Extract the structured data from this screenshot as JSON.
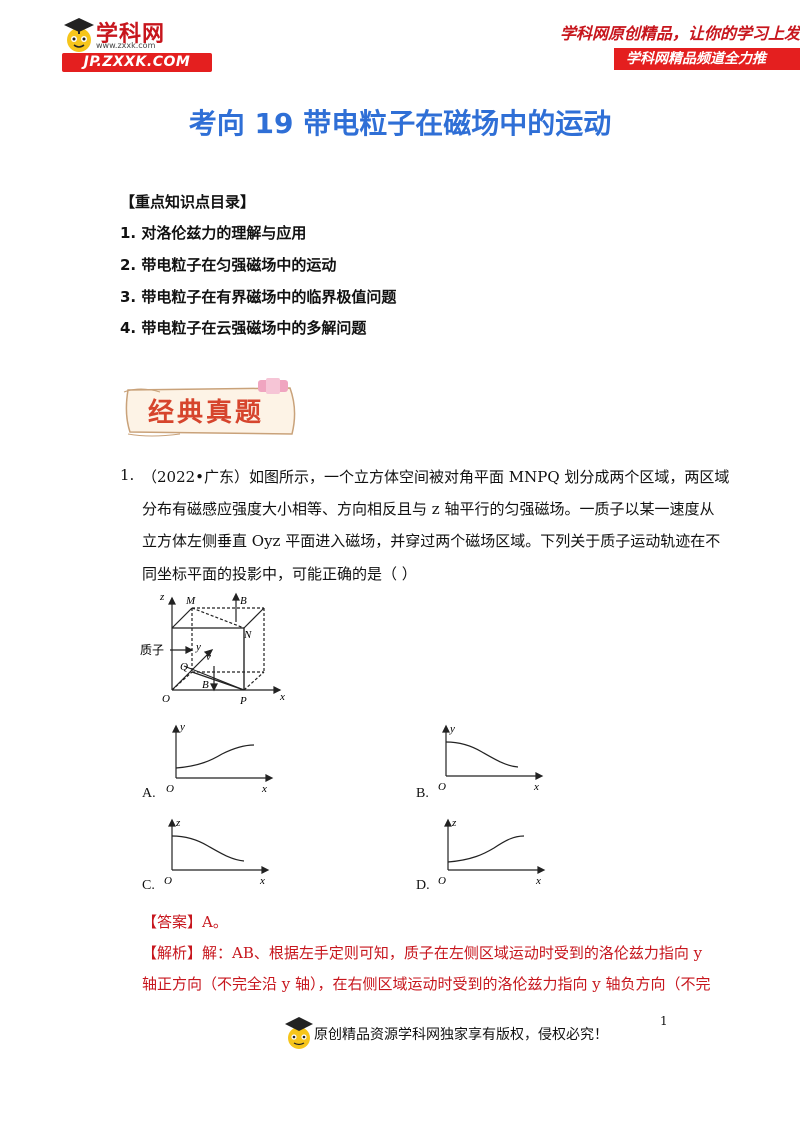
{
  "header": {
    "logo_text": "学科网",
    "logo_url": "www.zxxk.com",
    "logo_bar": "JP.ZXXK.COM",
    "slogan": "学科网原创精品，让你的学习上发",
    "slogan_bar": "学科网精品频道全力推"
  },
  "title": "考向 19  带电粒子在磁场中的运动",
  "toc": {
    "heading": "【重点知识点目录】",
    "items": [
      "1.  对洛伦兹力的理解与应用",
      "2.  带电粒子在匀强磁场中的运动",
      "3.  带电粒子在有界磁场中的临界极值问题",
      "4.  带电粒子在云强磁场中的多解问题"
    ]
  },
  "banner": "经典真题",
  "question": {
    "number": "1.",
    "lines": [
      "（2022•广东）如图所示，一个立方体空间被对角平面 MNPQ 划分成两个区域，两区域",
      "分布有磁感应强度大小相等、方向相反且与 z 轴平行的匀强磁场。一质子以某一速度从",
      "立方体左侧垂直 Oyz 平面进入磁场，并穿过两个磁场区域。下列关于质子运动轨迹在不",
      "同坐标平面的投影中，可能正确的是（        ）"
    ],
    "figure": {
      "labels": {
        "z": "z",
        "M": "M",
        "B_top": "B",
        "N": "N",
        "proton": "质子",
        "y": "y",
        "Q": "Q",
        "v": "v",
        "B_bottom": "B",
        "O": "O",
        "P": "P",
        "x": "x"
      }
    },
    "options": [
      {
        "label": "A.",
        "y_axis": "y",
        "x_axis": "x",
        "origin": "O"
      },
      {
        "label": "B.",
        "y_axis": "y",
        "x_axis": "x",
        "origin": "O"
      },
      {
        "label": "C.",
        "y_axis": "z",
        "x_axis": "x",
        "origin": "O"
      },
      {
        "label": "D.",
        "y_axis": "z",
        "x_axis": "x",
        "origin": "O"
      }
    ]
  },
  "answer": "【答案】A。",
  "analysis": [
    "【解析】解：AB、根据左手定则可知，质子在左侧区域运动时受到的洛伦兹力指向 y",
    "轴正方向（不完全沿 y 轴），在右侧区域运动时受到的洛伦兹力指向 y 轴负方向（不完"
  ],
  "footer": {
    "page_number": "1",
    "text": "原创精品资源学科网独家享有版权，侵权必究！"
  },
  "colors": {
    "title_blue": "#2f6fd6",
    "brand_red": "#e41f1f",
    "answer_red": "#c7161d"
  }
}
